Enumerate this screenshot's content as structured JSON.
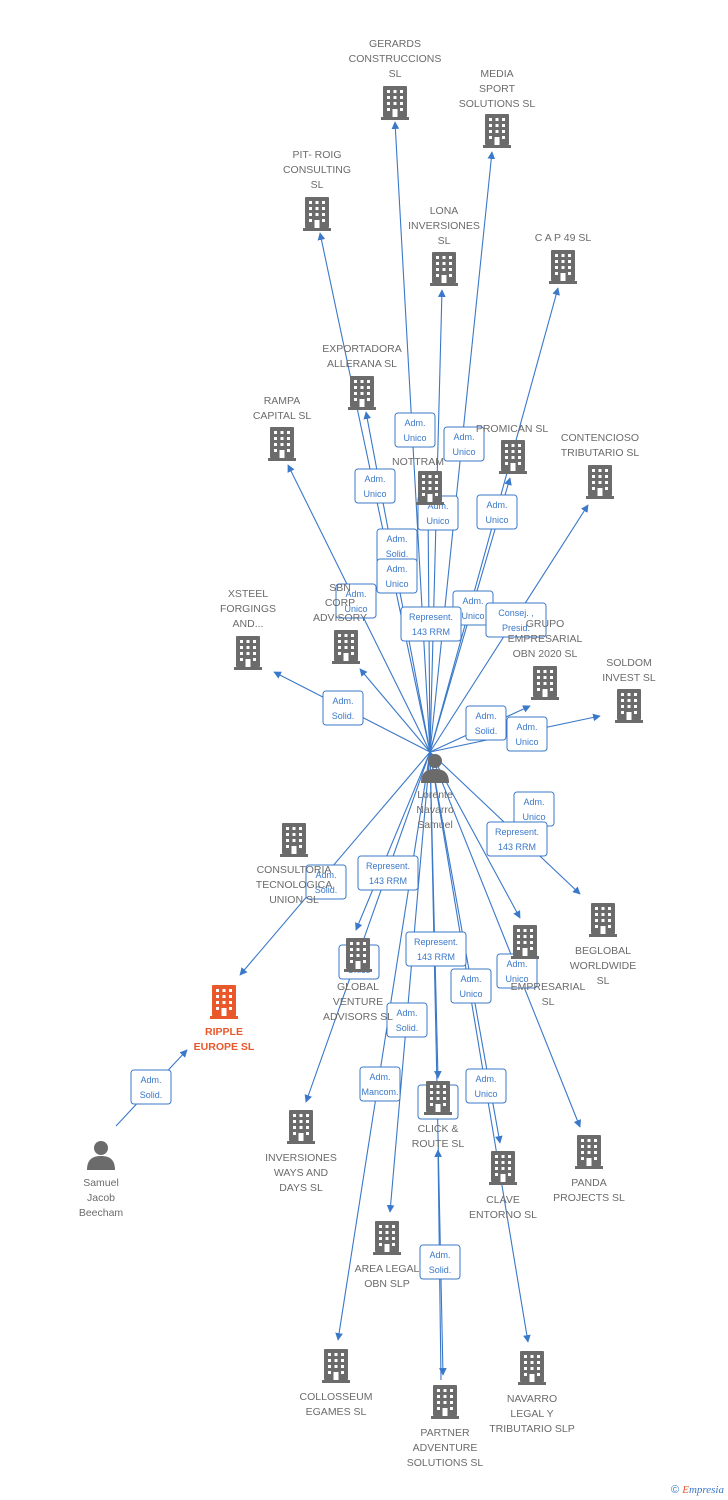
{
  "colors": {
    "edge": "#3a78c9",
    "building": "#6b6b6b",
    "focus": "#e8582b",
    "person": "#6b6b6b"
  },
  "watermark": {
    "symbol": "©",
    "brand_initial": "E",
    "brand_rest": "mpresia"
  },
  "nodes": [
    {
      "id": "gerards",
      "type": "company",
      "label": [
        "GERARDS",
        "CONSTRUCCIONS",
        "SL"
      ]
    },
    {
      "id": "media",
      "type": "company",
      "label": [
        "MEDIA",
        "SPORT",
        "SOLUTIONS  SL"
      ]
    },
    {
      "id": "pitroig",
      "type": "company",
      "label": [
        "PIT- ROIG",
        "CONSULTING",
        "SL"
      ]
    },
    {
      "id": "lona",
      "type": "company",
      "label": [
        "LONA",
        "INVERSIONES",
        "SL"
      ]
    },
    {
      "id": "cap49",
      "type": "company",
      "label": [
        "C A P 49 SL"
      ]
    },
    {
      "id": "exportadora",
      "type": "company",
      "label": [
        "EXPORTADORA",
        "ALLERANA  SL"
      ]
    },
    {
      "id": "rampa",
      "type": "company",
      "label": [
        "RAMPA",
        "CAPITAL  SL"
      ]
    },
    {
      "id": "promican",
      "type": "company",
      "label": [
        "PROMICAN  SL"
      ]
    },
    {
      "id": "nottram",
      "type": "company",
      "label": [
        "NOTTRAM"
      ]
    },
    {
      "id": "contencioso",
      "type": "company",
      "label": [
        "CONTENCIOSO",
        "TRIBUTARIO  SL"
      ]
    },
    {
      "id": "xsteel",
      "type": "company",
      "label": [
        "XSTEEL",
        "FORGINGS",
        "AND..."
      ]
    },
    {
      "id": "corpadvisory",
      "type": "company",
      "label": [
        "SBN",
        "CORP",
        "ADVISORY"
      ]
    },
    {
      "id": "grupo",
      "type": "company",
      "label": [
        "GRUPO",
        "EMPRESARIAL",
        "OBN 2020  SL"
      ]
    },
    {
      "id": "soldom",
      "type": "company",
      "label": [
        "SOLDOM",
        "INVEST  SL"
      ]
    },
    {
      "id": "consultoria",
      "type": "company",
      "label": [
        "CONSULTORIA",
        "TECNOLOGICA",
        "UNION  SL"
      ]
    },
    {
      "id": "beglobal",
      "type": "company",
      "label": [
        "BEGLOBAL",
        "WORLDWIDE",
        "SL"
      ]
    },
    {
      "id": "empresarial",
      "type": "company",
      "label": [
        "EMPRESARIAL",
        "SL"
      ]
    },
    {
      "id": "global",
      "type": "company",
      "label": [
        "GLOBAL",
        "VENTURE",
        "ADVISORS  SL"
      ]
    },
    {
      "id": "ripple",
      "type": "focus",
      "label": [
        "RIPPLE",
        "EUROPE  SL"
      ]
    },
    {
      "id": "inversiones",
      "type": "company",
      "label": [
        "INVERSIONES",
        "WAYS AND",
        "DAYS  SL"
      ]
    },
    {
      "id": "click",
      "type": "company",
      "label": [
        "CLICK &",
        "ROUTE  SL"
      ]
    },
    {
      "id": "clave",
      "type": "company",
      "label": [
        "CLAVE",
        "ENTORNO  SL"
      ]
    },
    {
      "id": "panda",
      "type": "company",
      "label": [
        "PANDA",
        "PROJECTS  SL"
      ]
    },
    {
      "id": "arealegal",
      "type": "company",
      "label": [
        "AREA LEGAL",
        "OBN  SLP"
      ]
    },
    {
      "id": "collosseum",
      "type": "company",
      "label": [
        "COLLOSSEUM",
        "EGAMES  SL"
      ]
    },
    {
      "id": "partner",
      "type": "company",
      "label": [
        "PARTNER",
        "ADVENTURE",
        "SOLUTIONS  SL"
      ]
    },
    {
      "id": "navarro",
      "type": "company",
      "label": [
        "NAVARRO",
        "LEGAL Y",
        "TRIBUTARIO  SLP"
      ]
    },
    {
      "id": "lorente",
      "type": "person",
      "label": [
        "Lorente",
        "Navarro",
        "Samuel"
      ]
    },
    {
      "id": "samuel",
      "type": "person",
      "label": [
        "Samuel",
        "Jacob",
        "Beecham"
      ]
    }
  ],
  "edges": [
    {
      "from": "lorente",
      "to": "gerards",
      "label": [
        "Adm.",
        "Unico"
      ]
    },
    {
      "from": "lorente",
      "to": "media",
      "label": [
        "Adm.",
        "Unico"
      ]
    },
    {
      "from": "lorente",
      "to": "pitroig",
      "label": [
        "Adm.",
        "Unico"
      ]
    },
    {
      "from": "lorente",
      "to": "lona",
      "label": [
        "Adm.",
        "Unico"
      ]
    },
    {
      "from": "lorente",
      "to": "cap49",
      "label": [
        "Adm.",
        "Unico"
      ]
    },
    {
      "from": "lorente",
      "to": "exportadora",
      "label": [
        "Adm.",
        "Solid."
      ]
    },
    {
      "from": "lorente",
      "to": "nottram",
      "label": [
        "Adm.",
        "Unico"
      ]
    },
    {
      "from": "lorente",
      "to": "promican",
      "label": [
        "Adm.",
        "Unico"
      ]
    },
    {
      "from": "lorente",
      "to": "rampa",
      "label": [
        "Adm.",
        "Unico"
      ]
    },
    {
      "from": "lorente",
      "to": "contencioso",
      "label": [
        "Consej. ,",
        "Presid."
      ]
    },
    {
      "from": "lorente",
      "to": "corpadvisory",
      "label": [
        "Represent.",
        "143 RRM"
      ]
    },
    {
      "from": "lorente",
      "to": "xsteel",
      "label": [
        "Adm.",
        "Solid."
      ]
    },
    {
      "from": "lorente",
      "to": "grupo",
      "label": [
        "Adm.",
        "Solid."
      ]
    },
    {
      "from": "lorente",
      "to": "soldom",
      "label": [
        "Adm.",
        "Unico"
      ]
    },
    {
      "from": "lorente",
      "to": "beglobal",
      "label": [
        "Adm.",
        "Unico"
      ]
    },
    {
      "from": "lorente",
      "to": "empresarial",
      "label": [
        "Represent.",
        "143 RRM"
      ]
    },
    {
      "from": "lorente",
      "to": "global",
      "label": [
        "Represent.",
        "143 RRM"
      ]
    },
    {
      "from": "lorente",
      "to": "ripple",
      "label": [
        "Adm.",
        "Solid."
      ]
    },
    {
      "from": "lorente",
      "to": "inversiones",
      "label": [
        "Adm.",
        "Unico"
      ]
    },
    {
      "from": "lorente",
      "to": "click",
      "label": [
        "Represent.",
        "143 RRM"
      ]
    },
    {
      "from": "lorente",
      "to": "clave",
      "label": [
        "Adm.",
        "Unico"
      ]
    },
    {
      "from": "lorente",
      "to": "panda",
      "label": [
        "Adm.",
        "Unico"
      ]
    },
    {
      "from": "lorente",
      "to": "arealegal",
      "label": [
        "Adm.",
        "Solid."
      ]
    },
    {
      "from": "lorente",
      "to": "collosseum",
      "label": [
        "Adm.",
        "Mancom."
      ]
    },
    {
      "from": "lorente",
      "to": "partner",
      "label": [
        "Adm.",
        "Unico"
      ]
    },
    {
      "from": "lorente",
      "to": "navarro",
      "label": [
        "Adm.",
        "Unico"
      ]
    },
    {
      "from": "partner",
      "to": "click",
      "label": [
        "Adm.",
        "Solid."
      ]
    },
    {
      "from": "samuel",
      "to": "ripple",
      "label": [
        "Adm.",
        "Solid."
      ]
    }
  ]
}
